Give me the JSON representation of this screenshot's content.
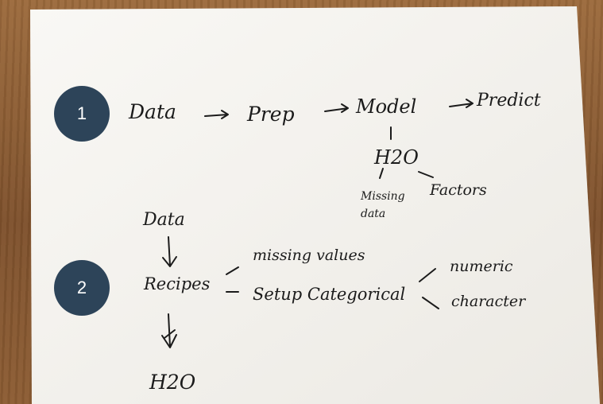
{
  "badges": {
    "one": "1",
    "two": "2"
  },
  "note": {
    "pipeline": {
      "data": "Data",
      "prep": "Prep",
      "model": "Model",
      "predict": "Predict",
      "h2o": "H2O",
      "missing": "Missing data",
      "factors": "Factors"
    },
    "flow": {
      "data": "Data",
      "recipes": "Recipes",
      "missing_values": "missing values",
      "setup_categorical": "Setup Categorical",
      "numeric": "numeric",
      "character": "character",
      "h2o": "H2O"
    }
  },
  "colors": {
    "badge": "#2d4459",
    "paper": "#f6f4ef",
    "ink": "#1b1b1b",
    "wood": "#8a5a32"
  }
}
